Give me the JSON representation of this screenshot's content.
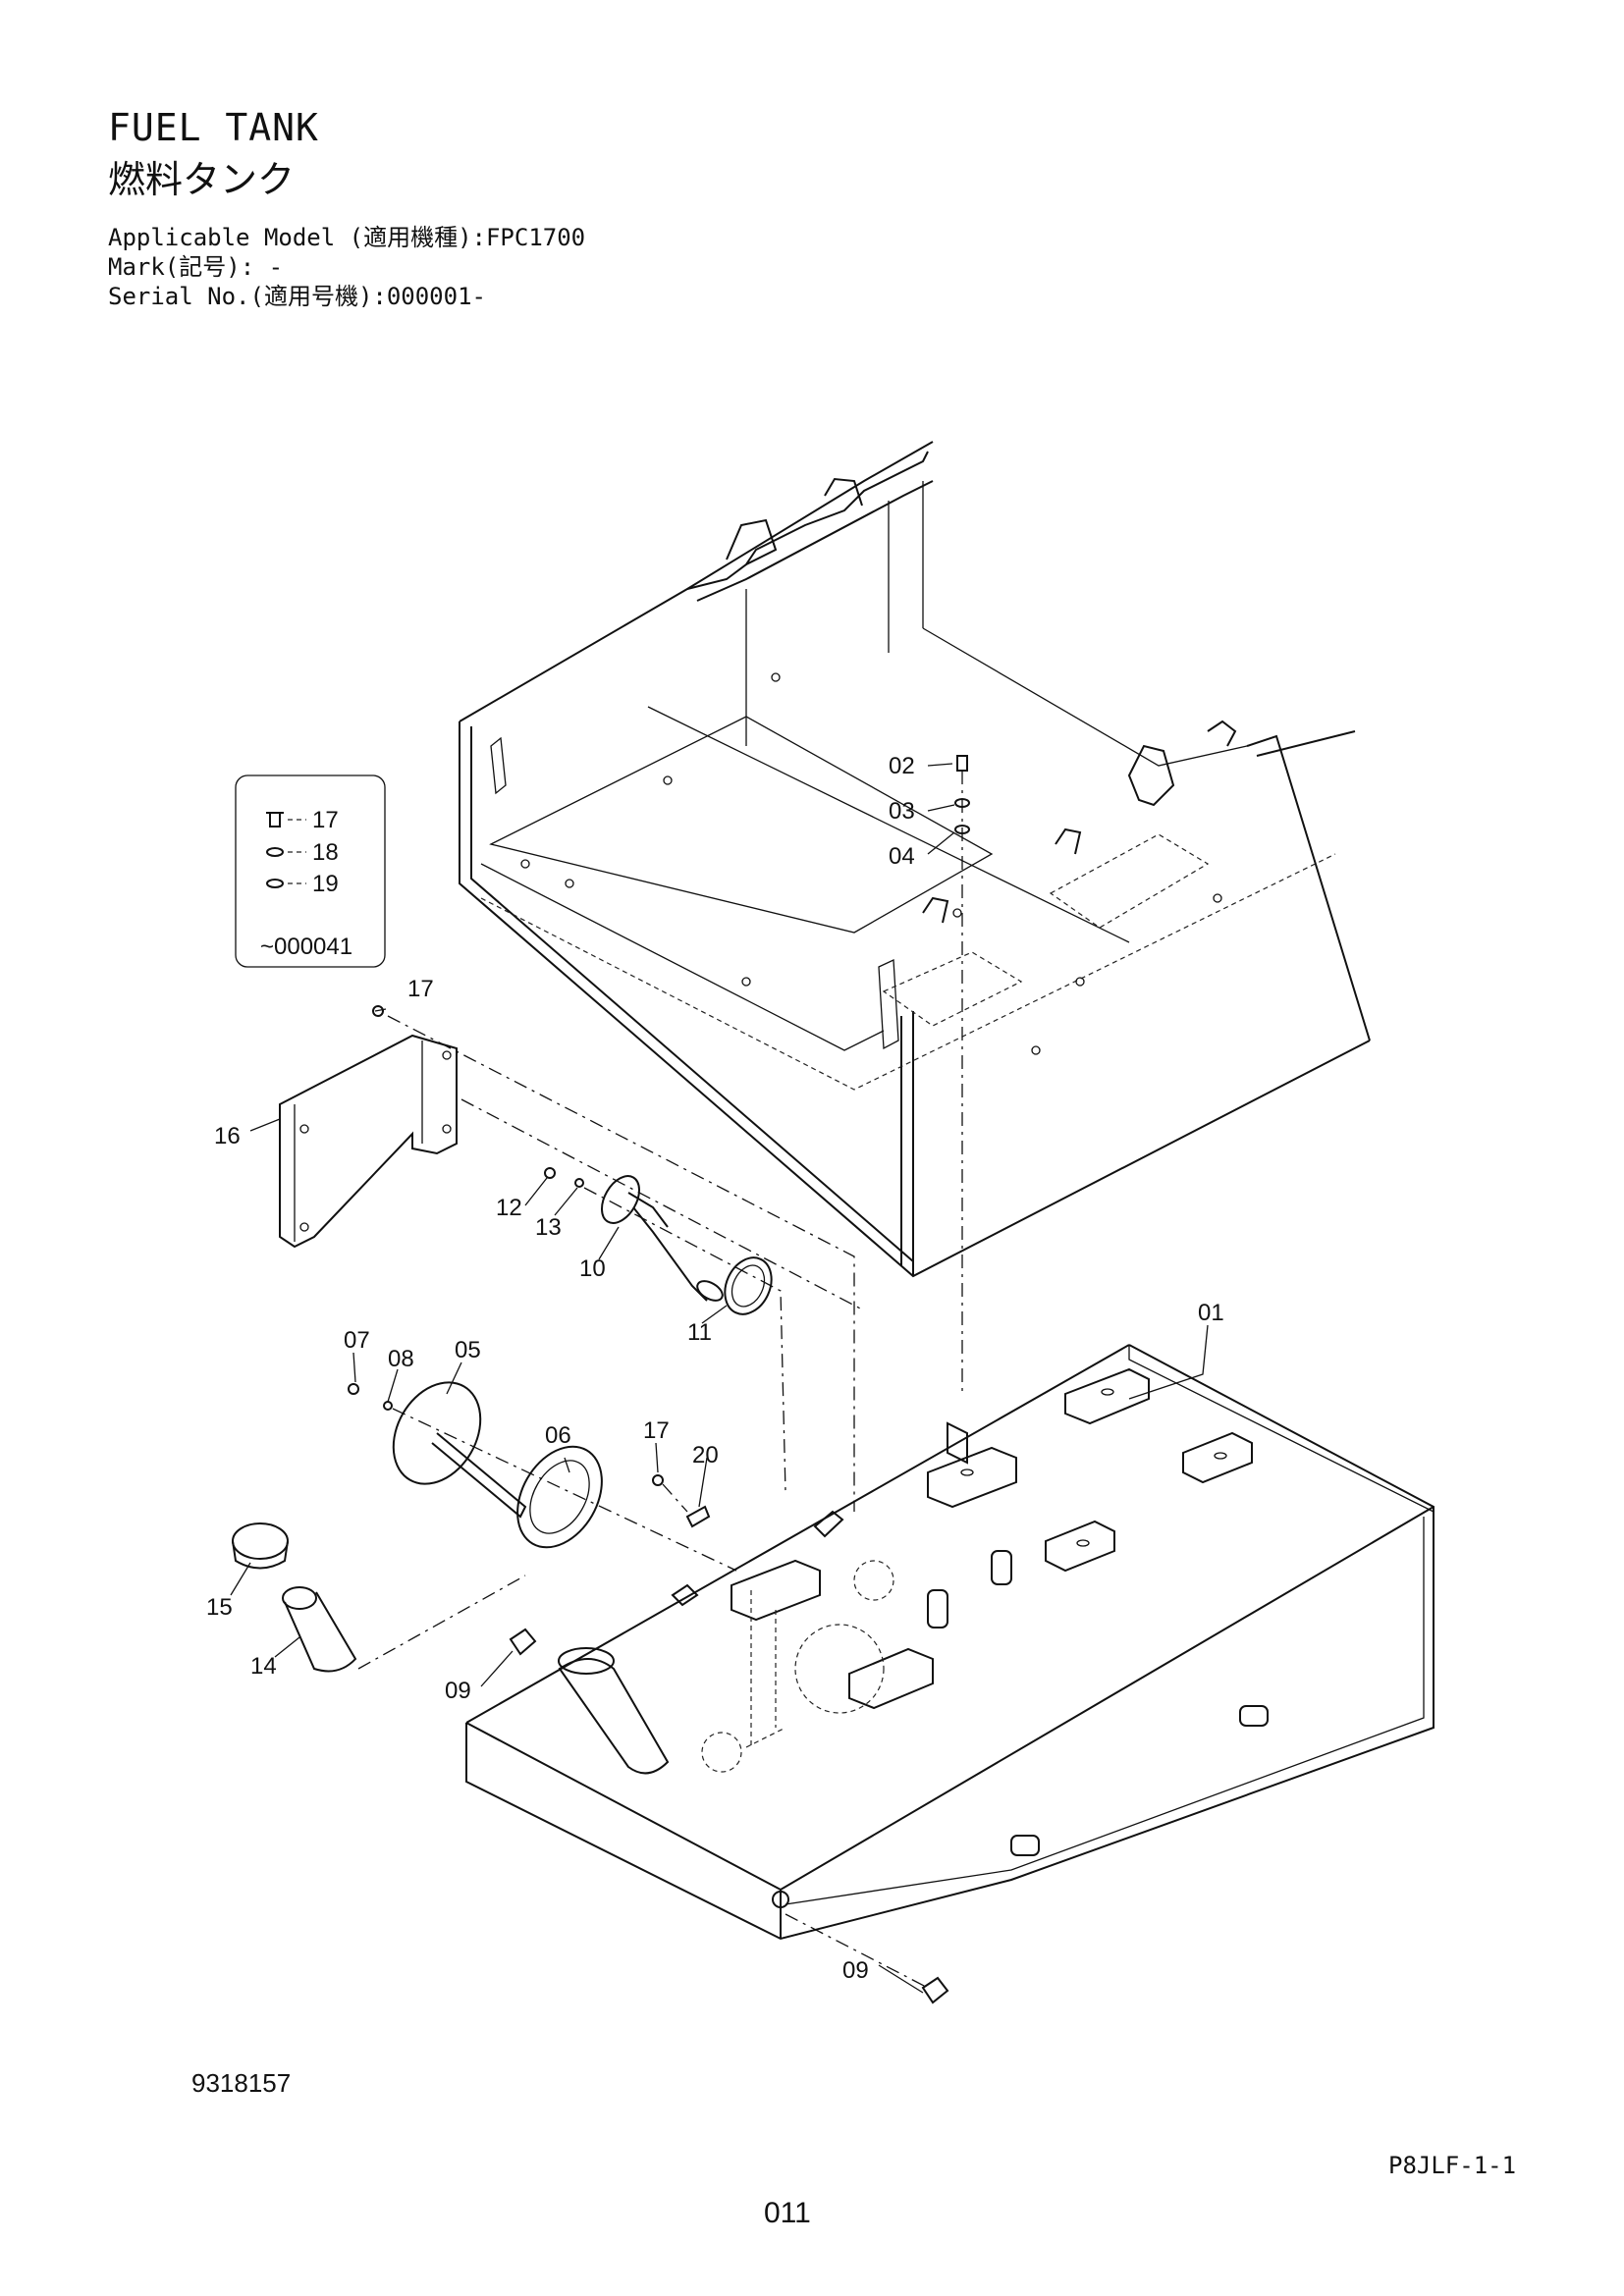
{
  "header": {
    "title_en": "FUEL TANK",
    "title_jp": "燃料タンク",
    "model_line": "Applicable Model (適用機種):FPC1700",
    "mark_line": "Mark(記号): -",
    "serial_line": "Serial No.(適用号機):000001-"
  },
  "footer": {
    "doc_number": "9318157",
    "page_code": "P8JLF-1-1",
    "page_number": "011"
  },
  "legend_box": {
    "items": [
      "17",
      "18",
      "19"
    ],
    "serial_range": "~000041"
  },
  "callouts": {
    "c01": "01",
    "c02": "02",
    "c03": "03",
    "c04": "04",
    "c05": "05",
    "c06": "06",
    "c07": "07",
    "c08": "08",
    "c09a": "09",
    "c09b": "09",
    "c10": "10",
    "c11": "11",
    "c12": "12",
    "c13": "13",
    "c14": "14",
    "c15": "15",
    "c16": "16",
    "c17a": "17",
    "c17b": "17",
    "c20": "20"
  }
}
